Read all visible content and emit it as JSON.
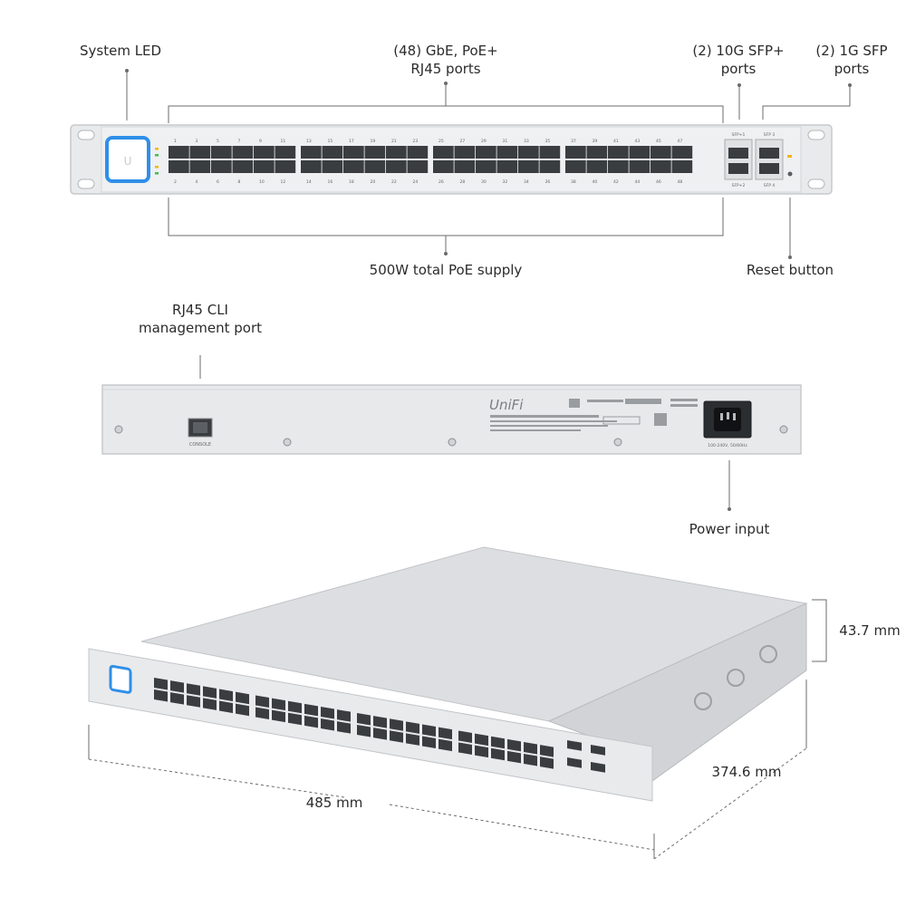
{
  "callouts": {
    "system_led": "System LED",
    "gbe_ports": [
      "(48) GbE, PoE+",
      "RJ45 ports"
    ],
    "sfp_plus": [
      "(2) 10G SFP+",
      "ports"
    ],
    "sfp_1g": [
      "(2) 1G SFP",
      "ports"
    ],
    "poe_supply": "500W total PoE supply",
    "reset_button": "Reset button",
    "cli_port": [
      "RJ45 CLI",
      "management port"
    ],
    "power_input": "Power input"
  },
  "dimensions": {
    "height": "43.7 mm",
    "depth": "374.6 mm",
    "width": "485 mm"
  },
  "device": {
    "sfp_plus_top": "SFP+1",
    "sfp_plus_bottom": "SFP+2",
    "sfp_top": "SFP 3",
    "sfp_bottom": "SFP 4",
    "console": "CONSOLE",
    "brand": "UniFi",
    "rating": "100-240V, 50/60Hz"
  },
  "port_numbers": {
    "top": [
      "1",
      "3",
      "5",
      "7",
      "9",
      "11",
      "13",
      "15",
      "17",
      "19",
      "21",
      "23",
      "25",
      "27",
      "29",
      "31",
      "33",
      "35",
      "37",
      "39",
      "41",
      "43",
      "45",
      "47"
    ],
    "bottom": [
      "2",
      "4",
      "6",
      "8",
      "10",
      "12",
      "14",
      "16",
      "18",
      "20",
      "22",
      "24",
      "26",
      "28",
      "30",
      "32",
      "34",
      "36",
      "38",
      "40",
      "42",
      "44",
      "46",
      "48"
    ]
  },
  "colors": {
    "chassis": "#e9eaec",
    "chassis_edge": "#c7c9cc",
    "port": "#3a3d40",
    "led_blue": "#2f8fe8",
    "line": "#6b6b6b"
  }
}
